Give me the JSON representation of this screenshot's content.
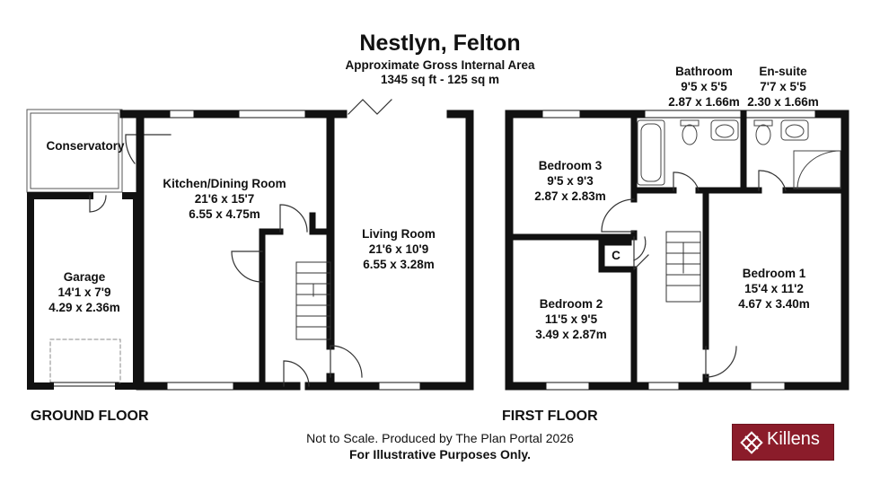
{
  "header": {
    "title": "Nestlyn, Felton",
    "area_label": "Approximate Gross Internal Area",
    "area_value": "1345 sq ft - 125 sq m"
  },
  "rooms": {
    "conservatory": {
      "name": "Conservatory"
    },
    "kitchen": {
      "name": "Kitchen/Dining Room",
      "imperial": "21'6 x 15'7",
      "metric": "6.55 x 4.75m"
    },
    "living": {
      "name": "Living Room",
      "imperial": "21'6 x 10'9",
      "metric": "6.55 x 3.28m"
    },
    "garage": {
      "name": "Garage",
      "imperial": "14'1 x 7'9",
      "metric": "4.29 x 2.36m"
    },
    "bedroom3": {
      "name": "Bedroom 3",
      "imperial": "9'5 x 9'3",
      "metric": "2.87 x 2.83m"
    },
    "bedroom2": {
      "name": "Bedroom 2",
      "imperial": "11'5 x 9'5",
      "metric": "3.49 x 2.87m"
    },
    "bedroom1": {
      "name": "Bedroom 1",
      "imperial": "15'4 x 11'2",
      "metric": "4.67 x 3.40m"
    },
    "bathroom": {
      "name": "Bathroom",
      "imperial": "9'5 x 5'5",
      "metric": "2.87 x 1.66m"
    },
    "ensuite": {
      "name": "En-suite",
      "imperial": "7'7 x 5'5",
      "metric": "2.30 x 1.66m"
    },
    "cupboard": {
      "name": "C"
    }
  },
  "floors": {
    "ground": "GROUND FLOOR",
    "first": "FIRST FLOOR"
  },
  "footer": {
    "line1": "Not to Scale. Produced by The Plan Portal 2026",
    "line2": "For Illustrative Purposes Only."
  },
  "logo": {
    "brand": "Killens",
    "color": "#8b1c2a"
  },
  "colors": {
    "wall": "#111111",
    "window": "#ffffff",
    "line": "#333333"
  }
}
